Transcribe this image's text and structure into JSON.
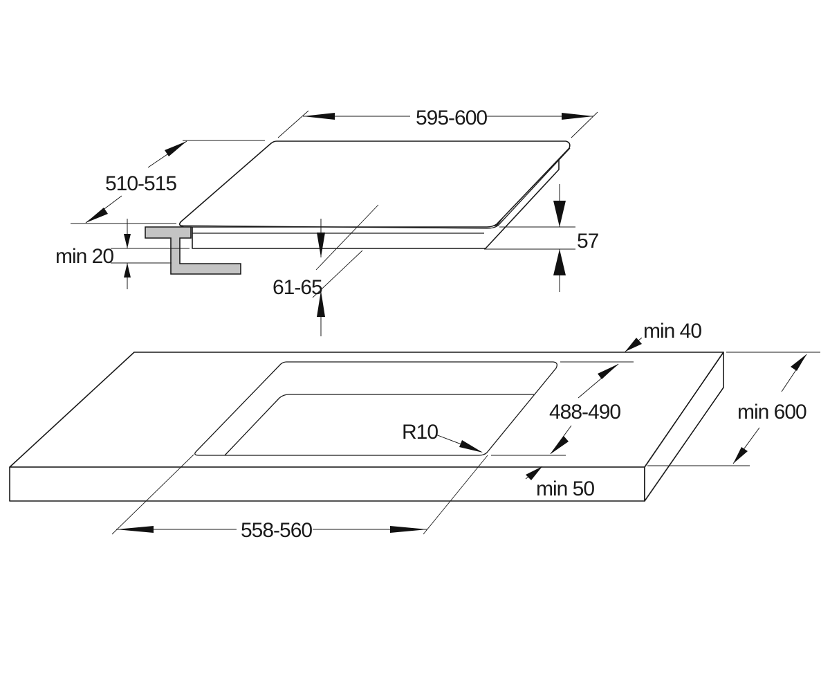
{
  "colors": {
    "line": "#1a1a1a",
    "bracket_fill": "#c4c4c4",
    "background": "#ffffff"
  },
  "dimensions": {
    "hob_width": "595-600",
    "hob_depth": "510-515",
    "hob_height": "57",
    "hob_depth_below": "61-65",
    "worktop_min_thickness": "min 20",
    "cutout_width": "558-560",
    "cutout_depth": "488-490",
    "corner_radius": "R10",
    "min_back_distance": "min 40",
    "min_front_distance": "min 50",
    "min_worktop_depth": "min 600"
  }
}
